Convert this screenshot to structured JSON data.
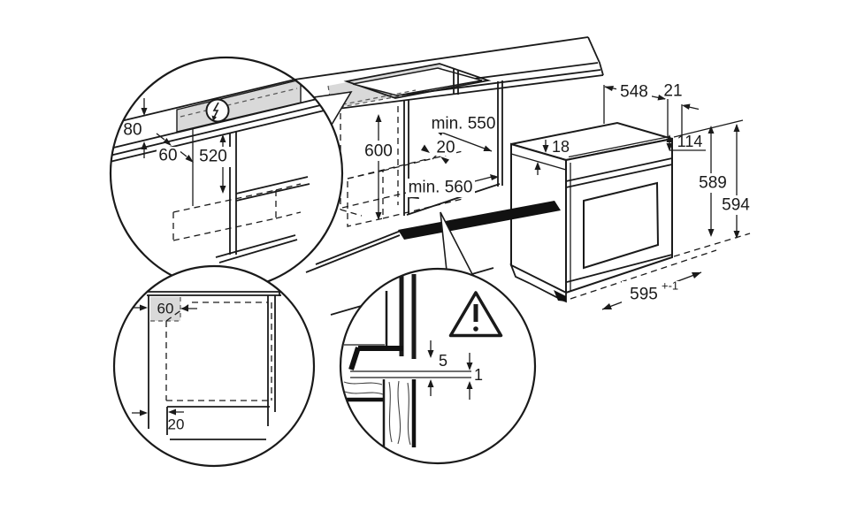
{
  "diagram": {
    "title": "built-in-oven-installation-diagram",
    "colors": {
      "line": "#1a1a1a",
      "shade": "#d9d9d9",
      "plinth": "#111111"
    },
    "detail_connection": {
      "zone_height": "80",
      "zone_depth": "60",
      "height_below_worktop": "520",
      "electric_icon": "lightning-bolt"
    },
    "niche": {
      "height": "600",
      "depth_top": "min. 550",
      "rear_gap": "20",
      "depth_bottom": "min. 560"
    },
    "oven": {
      "carcass_depth": "548",
      "front_protrusion": "21",
      "top_clearance": "18",
      "panel_height": "114",
      "height_rear": "589",
      "height_front": "594",
      "width": "595",
      "width_tolerance": "+-1"
    },
    "detail_side_view": {
      "connection_zone_depth": "60",
      "plinth_recess": "20"
    },
    "detail_door_gap": {
      "gap_above": "5",
      "gap_below": "1",
      "warning_icon": "exclamation-triangle"
    }
  }
}
